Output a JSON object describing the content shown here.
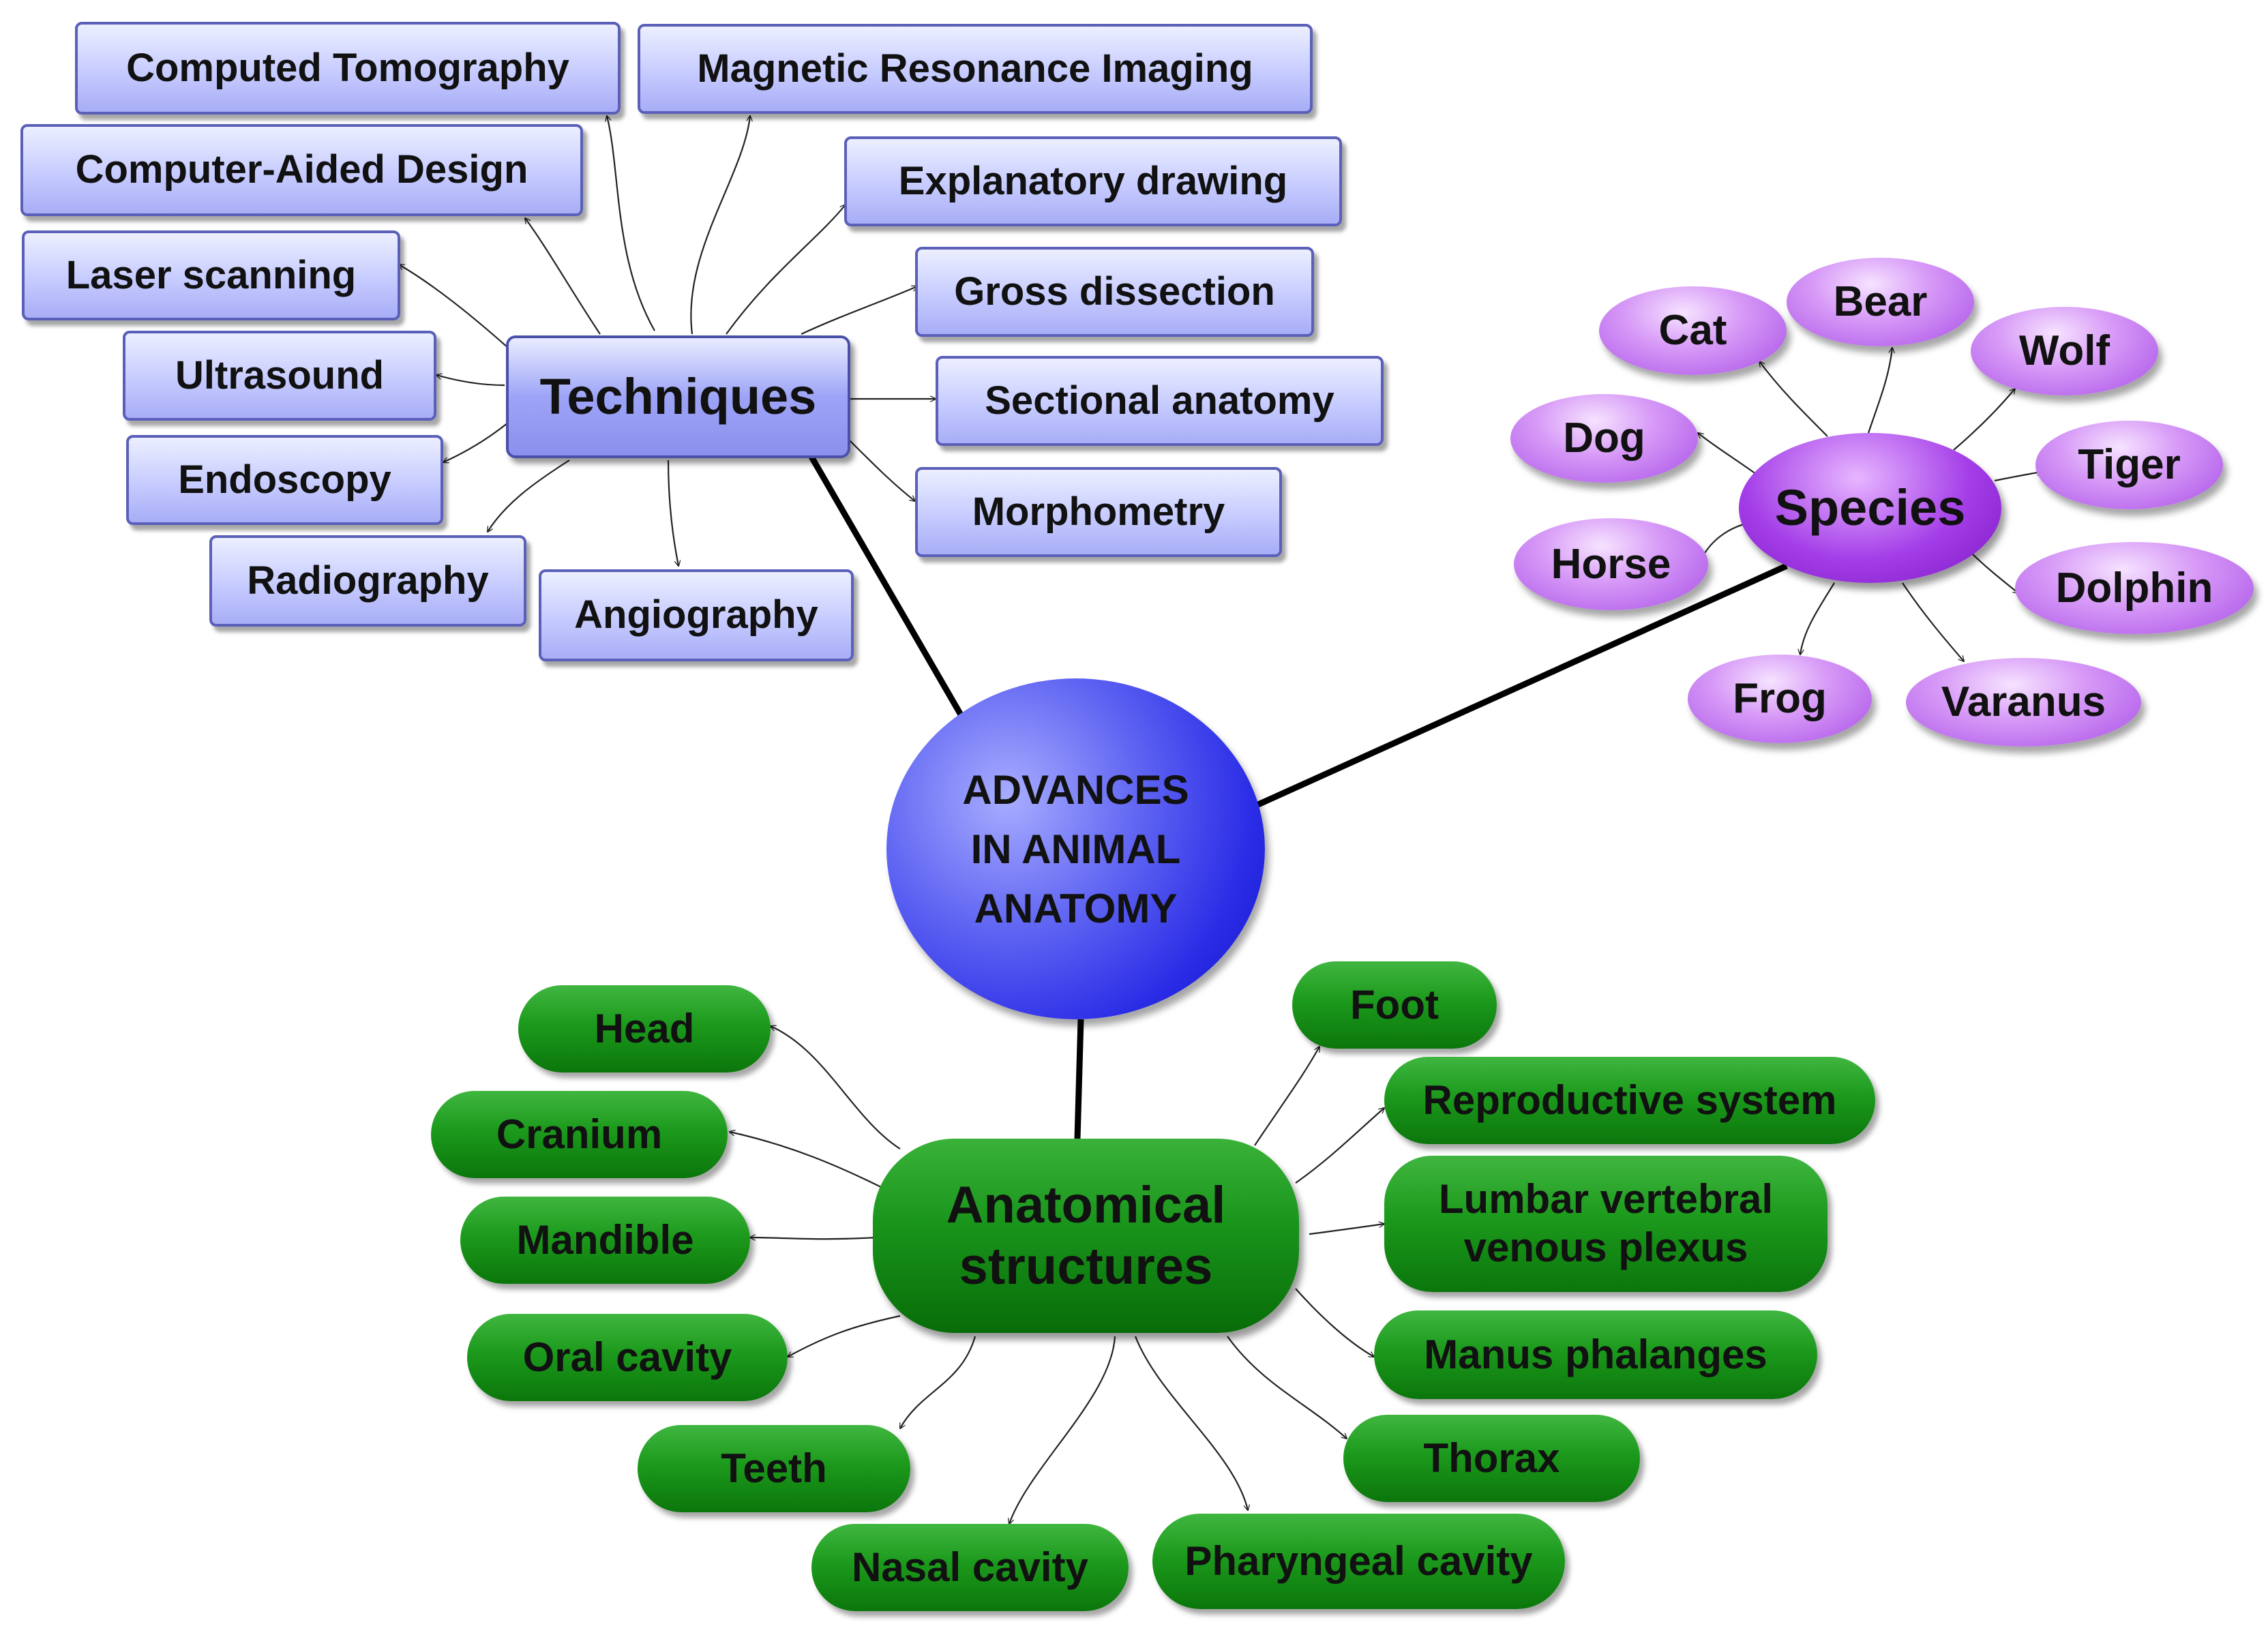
{
  "center": {
    "lines": [
      "ADVANCES",
      "IN ANIMAL",
      "ANATOMY"
    ]
  },
  "techniques": {
    "hub": "Techniques",
    "items": [
      "Computed Tomography",
      "Magnetic Resonance Imaging",
      "Computer-Aided Design",
      "Explanatory drawing",
      "Laser scanning",
      "Gross dissection",
      "Ultrasound",
      "Sectional anatomy",
      "Endoscopy",
      "Morphometry",
      "Radiography",
      "Angiography"
    ]
  },
  "species": {
    "hub": "Species",
    "items": [
      "Cat",
      "Bear",
      "Wolf",
      "Dog",
      "Tiger",
      "Horse",
      "Dolphin",
      "Frog",
      "Varanus"
    ]
  },
  "anatomical": {
    "hub": "Anatomical\nstructures",
    "items": [
      "Head",
      "Foot",
      "Cranium",
      "Reproductive system",
      "Mandible",
      "Lumbar vertebral\nvenous plexus",
      "Oral cavity",
      "Manus phalanges",
      "Teeth",
      "Thorax",
      "Nasal cavity",
      "Pharyngeal cavity"
    ]
  },
  "colors": {
    "techniques": "#b7bcfb",
    "species": "#c57ef0",
    "anatomical": "#1c9a1c",
    "center": "#2b2de6"
  }
}
